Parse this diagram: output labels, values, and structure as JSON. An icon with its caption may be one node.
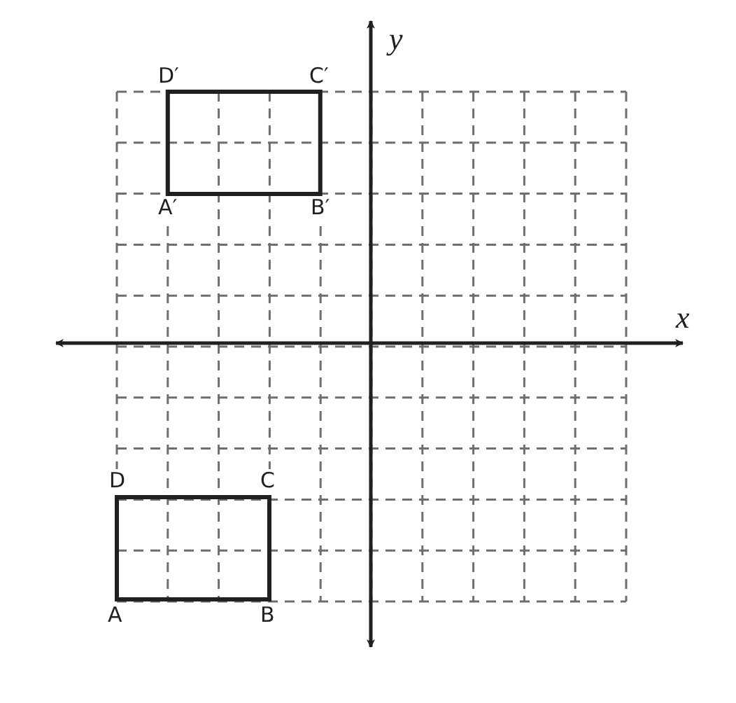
{
  "diagram": {
    "labels": [
      "y",
      "D′",
      "C′",
      "A′",
      "B′",
      "x",
      "D",
      "C",
      "A",
      "B"
    ]
  }
}
